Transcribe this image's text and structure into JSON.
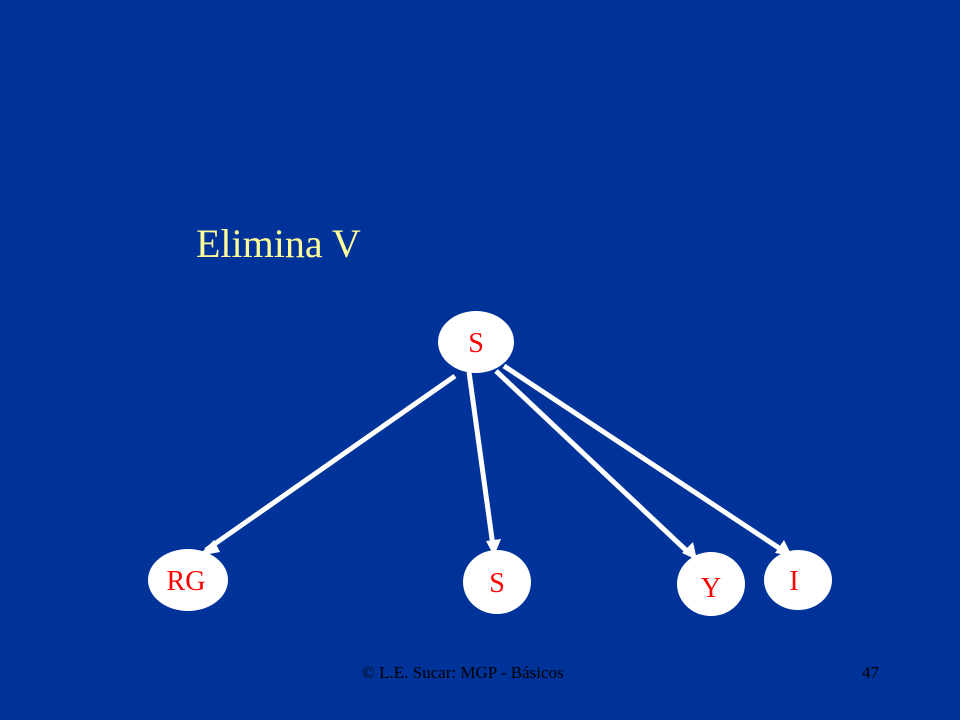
{
  "slide": {
    "title": "Elimina V",
    "footer_left": "© L.E. Sucar: MGP - Básicos",
    "page_number": "47"
  },
  "colors": {
    "background": "#003399",
    "title": "#ffff99",
    "node_fill": "#ffffff",
    "node_text": "#ff0000",
    "edge": "#ffffff",
    "footer_text": "#000000"
  },
  "diagram": {
    "nodes": [
      {
        "id": "s-top",
        "label": "S"
      },
      {
        "id": "rg",
        "label": "RG"
      },
      {
        "id": "s-bottom",
        "label": "S"
      },
      {
        "id": "y",
        "label": "Y"
      },
      {
        "id": "i",
        "label": "I"
      }
    ],
    "edges": [
      {
        "from": "s-top",
        "to": "rg"
      },
      {
        "from": "s-top",
        "to": "s-bottom"
      },
      {
        "from": "s-top",
        "to": "y"
      },
      {
        "from": "s-top",
        "to": "i"
      }
    ]
  }
}
